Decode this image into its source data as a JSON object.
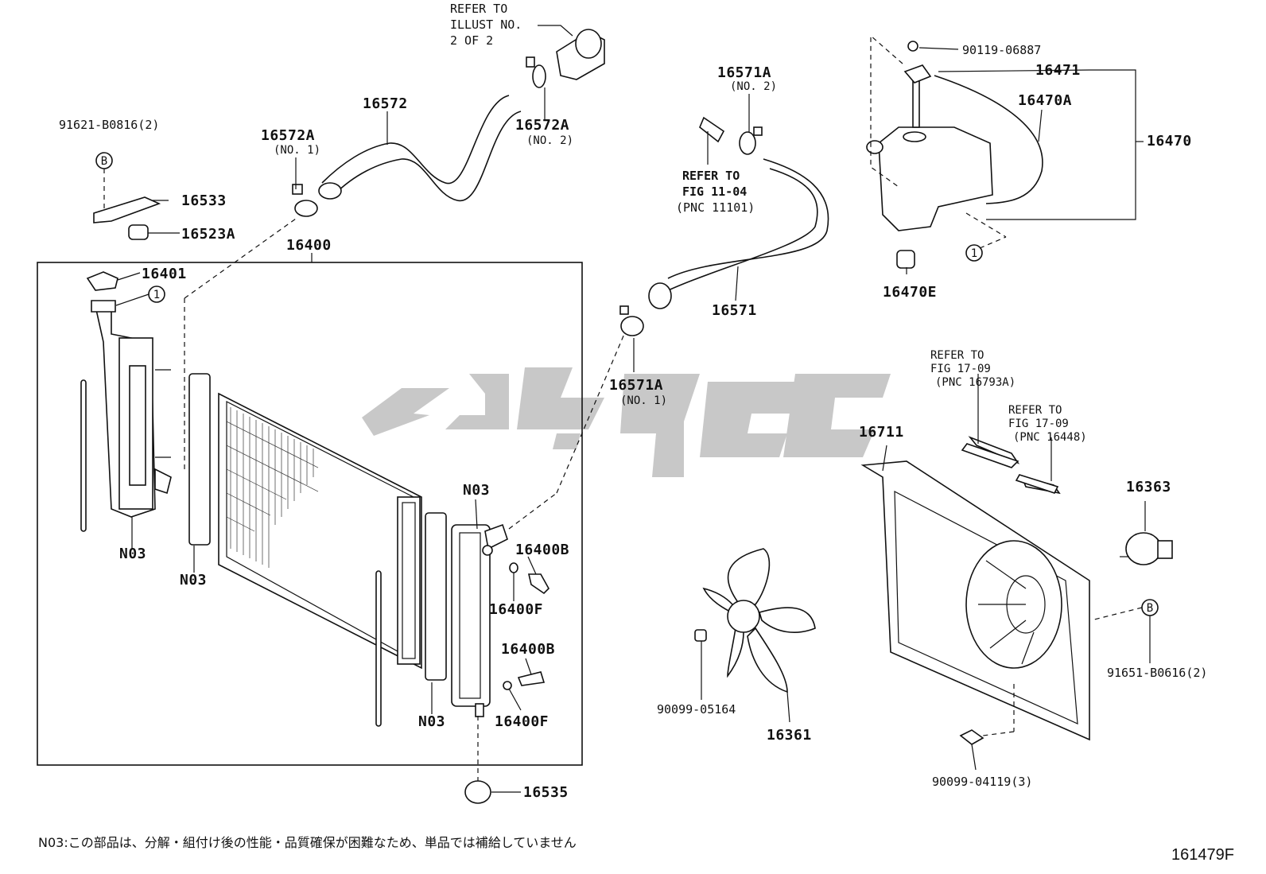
{
  "labels": {
    "refer_illust_1": "REFER TO",
    "refer_illust_2": "ILLUST NO.",
    "refer_illust_3": "2 OF 2",
    "p16572": "16572",
    "p16572A_1": "16572A",
    "p16572A_1_sub": "(NO. 1)",
    "p16572A_2": "16572A",
    "p16572A_2_sub": "(NO. 2)",
    "p91621": "91621-B0816(2)",
    "p16533": "16533",
    "p16523A": "16523A",
    "p16400": "16400",
    "p16401": "16401",
    "n03_a": "N03",
    "n03_b": "N03",
    "n03_c": "N03",
    "n03_d": "N03",
    "p16400B_a": "16400B",
    "p16400F_a": "16400F",
    "p16400B_b": "16400B",
    "p16400F_b": "16400F",
    "p16535": "16535",
    "p16571A_2": "16571A",
    "p16571A_2_sub": "(NO. 2)",
    "refer_fig_1": "REFER TO",
    "refer_fig_2": "FIG 11-04",
    "refer_fig_3": "(PNC 11101)",
    "p16571": "16571",
    "p16571A_1": "16571A",
    "p16571A_1_sub": "(NO. 1)",
    "p90119": "90119-06887",
    "p16471": "16471",
    "p16470A": "16470A",
    "p16470": "16470",
    "p16470E": "16470E",
    "refer_17_09a_1": "REFER TO",
    "refer_17_09a_2": "FIG 17-09",
    "refer_17_09a_3": "(PNC 16793A)",
    "refer_17_09b_1": "REFER TO",
    "refer_17_09b_2": "FIG 17-09",
    "refer_17_09b_3": "(PNC 16448)",
    "p16711": "16711",
    "p16363": "16363",
    "p91651": "91651-B0616(2)",
    "p90099_05164": "90099-05164",
    "p16361": "16361",
    "p90099_04119": "90099-04119(3)",
    "circle_b": "B",
    "circle_1": "1"
  },
  "footnote": "N03:この部品は、分解・組付け後の性能・品質確保が困難なため、単品では補給していません",
  "illustration_number": "161479F",
  "watermark_color": "#c8c8c8"
}
